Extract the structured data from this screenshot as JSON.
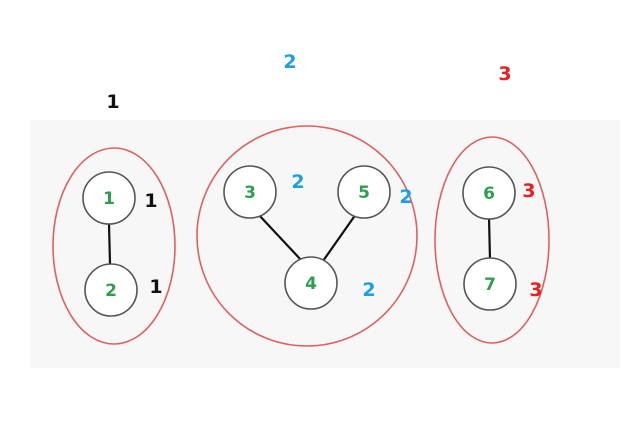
{
  "colors": {
    "background_panel": "#f7f7f7",
    "node_text": "#2e9e4f",
    "node_stroke": "#555555",
    "edge": "#111111",
    "group_stroke": "#e06060",
    "label_black": "#111111",
    "label_blue": "#1aa0e8",
    "label_red": "#e82020"
  },
  "groups": [
    {
      "id": "g1",
      "label": "1",
      "color": "label_black"
    },
    {
      "id": "g2",
      "label": "2",
      "color": "label_blue"
    },
    {
      "id": "g3",
      "label": "3",
      "color": "label_red"
    }
  ],
  "nodes": [
    {
      "id": "1",
      "label": "1",
      "component_label": "1",
      "color": "label_black"
    },
    {
      "id": "2",
      "label": "2",
      "component_label": "1",
      "color": "label_black"
    },
    {
      "id": "3",
      "label": "3",
      "component_label": "2",
      "color": "label_blue"
    },
    {
      "id": "4",
      "label": "4",
      "component_label": "2",
      "color": "label_blue"
    },
    {
      "id": "5",
      "label": "5",
      "component_label": "2",
      "color": "label_blue"
    },
    {
      "id": "6",
      "label": "6",
      "component_label": "3",
      "color": "label_red"
    },
    {
      "id": "7",
      "label": "7",
      "component_label": "3",
      "color": "label_red"
    }
  ],
  "edges": [
    {
      "from": "1",
      "to": "2"
    },
    {
      "from": "3",
      "to": "4"
    },
    {
      "from": "5",
      "to": "4"
    },
    {
      "from": "6",
      "to": "7"
    }
  ]
}
